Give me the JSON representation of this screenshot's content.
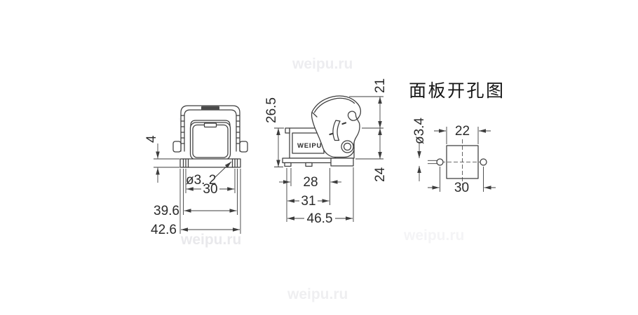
{
  "colors": {
    "line": "#3d3d3d",
    "text": "#2b2b2b",
    "watermark_light": "#f3f3f5",
    "watermark_mid": "#ededf0",
    "background": "#ffffff"
  },
  "watermark": {
    "text": "weipu.ru"
  },
  "front_view": {
    "dim_flange_thickness": "4",
    "dim_hole_diameter": "ø3. 2",
    "dim_hole_spacing": "30",
    "dim_flange_width": "39.6",
    "dim_total_width": "42.6"
  },
  "side_view": {
    "brand_label": "WEIPU",
    "dim_total_height": "26.5",
    "dim_lever_height": "21",
    "dim_body_height": "24",
    "dim_width_28": "28",
    "dim_width_31": "31",
    "dim_total_width": "46.5"
  },
  "panel_cutout": {
    "title": "面板开孔图",
    "dim_hole_diameter": "ø3.4",
    "dim_cutout_width": "22",
    "dim_hole_spacing": "30"
  }
}
